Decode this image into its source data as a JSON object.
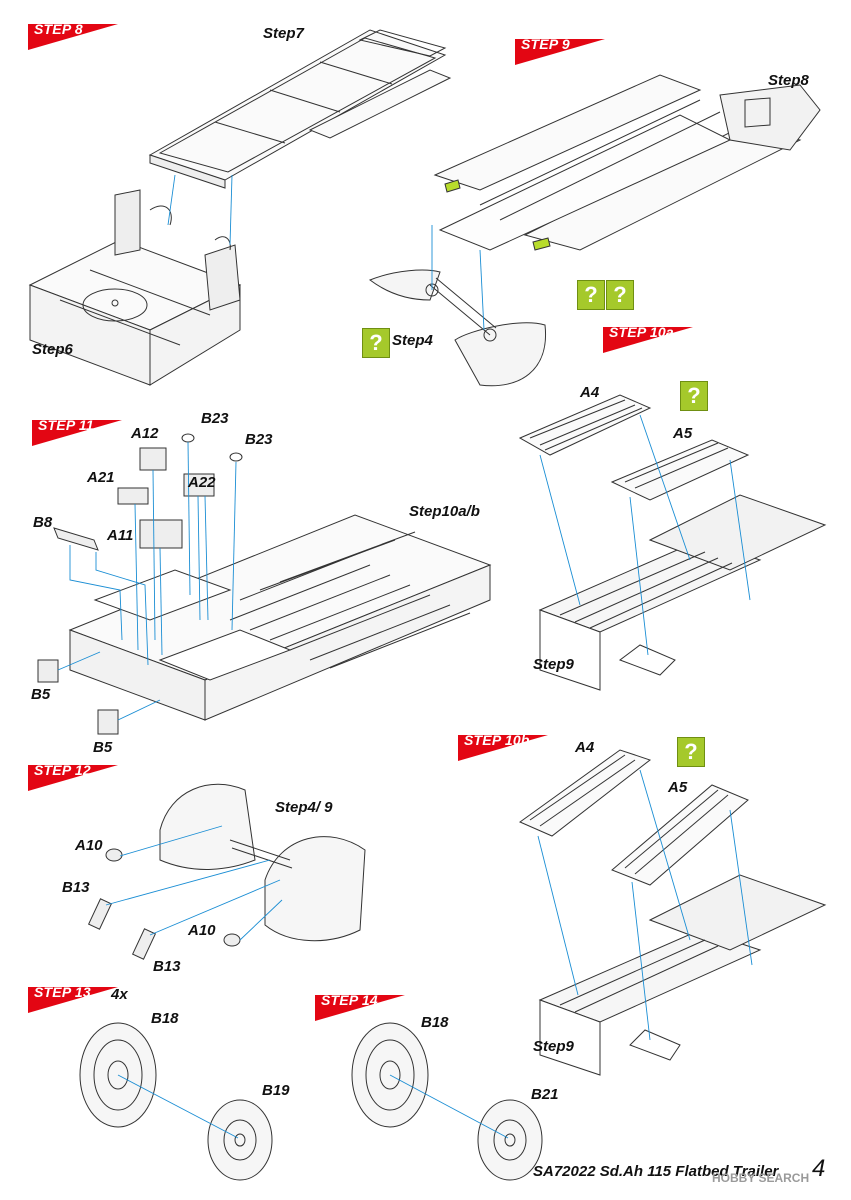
{
  "steps": {
    "s8": "STEP 8",
    "s9": "STEP 9",
    "s10a": "STEP 10a",
    "s11": "STEP 11",
    "s10b": "STEP 10b",
    "s12": "STEP 12",
    "s13": "STEP 13",
    "s13_qty": "4x",
    "s14": "STEP 14"
  },
  "refs": {
    "step7": "Step7",
    "step6": "Step6",
    "step8": "Step8",
    "step4": "Step4",
    "step10ab": "Step10a/b",
    "step9_a": "Step9",
    "step9_b": "Step9",
    "step4_9": "Step4/ 9"
  },
  "parts": {
    "a12": "A12",
    "b23a": "B23",
    "b23b": "B23",
    "a21": "A21",
    "a22": "A22",
    "b8": "B8",
    "a11": "A11",
    "b5a": "B5",
    "b5b": "B5",
    "a4a": "A4",
    "a5a": "A5",
    "a4b": "A4",
    "a5b": "A5",
    "a10a": "A10",
    "b13a": "B13",
    "a10b": "A10",
    "b13b": "B13",
    "b18a": "B18",
    "b19": "B19",
    "b18b": "B18",
    "b21": "B21"
  },
  "qboxes": {
    "q1": "?",
    "q2": "?",
    "q3": "?",
    "q4": "?",
    "q5": "?"
  },
  "footer": {
    "title": "SA72022 Sd.Ah 115 Flatbed Trailer",
    "page": "4",
    "watermark": "HOBBY SEARCH"
  },
  "colors": {
    "step_flag": "#e30613",
    "guide_line": "#1b8ed4",
    "question_box": "#a5c92b",
    "highlight": "#b8dc2c"
  },
  "icons": {
    "question_box": "question-mark-icon",
    "step_flag": "red-flag-icon"
  }
}
